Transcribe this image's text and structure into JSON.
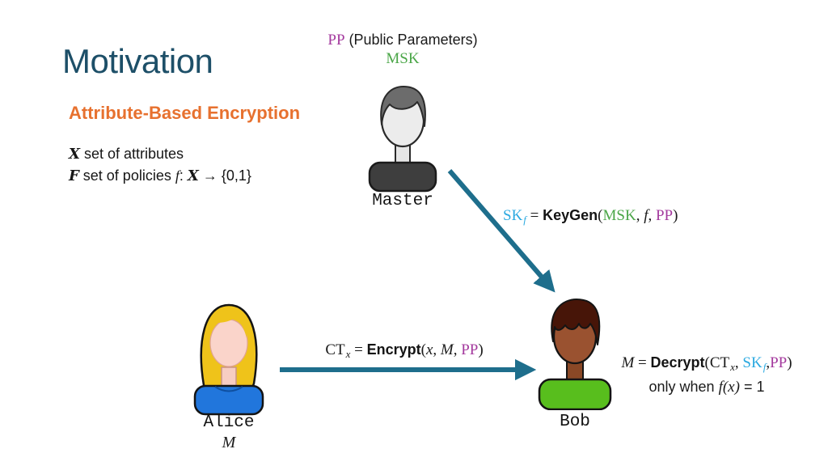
{
  "slide": {
    "title": "Motivation",
    "subtitle": "Attribute-Based Encryption",
    "colors": {
      "title_teal": "#1D4F68",
      "accent_orange": "#E7712F",
      "arrow_teal": "#1E6E8C",
      "pp_magenta": "#A43A9E",
      "msk_green": "#4BA648",
      "sk_blue": "#2BA9E0"
    }
  },
  "definitions": {
    "attr_symbol": "X",
    "attr_text": " set of attributes",
    "policy_symbol": "F",
    "policy_text": " set of policies ",
    "policy_func": "f",
    "policy_colon": ": ",
    "policy_domain": "X",
    "policy_map": " → {0,1}"
  },
  "master": {
    "pp": "PP",
    "pp_caption": " (Public Parameters)",
    "msk": "MSK",
    "name": "Master",
    "avatar_icon": "gray-person-icon"
  },
  "keygen_formula": {
    "lhs": "SK",
    "lhs_sub": "f",
    "eq": " = ",
    "fn": "KeyGen",
    "open": "(",
    "arg1": "MSK",
    "sep1": ", ",
    "arg2": "f",
    "sep2": ", ",
    "arg3": "PP",
    "close": ")"
  },
  "alice": {
    "name": "Alice",
    "message": "M",
    "avatar_icon": "blonde-woman-icon"
  },
  "encrypt_formula": {
    "lhs": "CT",
    "lhs_sub": "x",
    "eq": " = ",
    "fn": "Encrypt",
    "open": "(",
    "arg1": "x",
    "sep1": ", ",
    "arg2": "M",
    "sep2": ", ",
    "arg3": "PP",
    "close": ")"
  },
  "bob": {
    "name": "Bob",
    "avatar_icon": "brown-man-green-shirt-icon"
  },
  "decrypt_formula": {
    "lhs": "M",
    "eq": " = ",
    "fn": "Decrypt",
    "open": "(",
    "arg1": "CT",
    "arg1_sub": "x",
    "sep1": ", ",
    "arg2": "SK",
    "arg2_sub": "f",
    "sep2": ",",
    "arg3": "PP",
    "close": ")",
    "cond_prefix": "only when ",
    "cond_f": "f",
    "cond_arg": "(x)",
    "cond_eq": " = ",
    "cond_val": "1"
  }
}
